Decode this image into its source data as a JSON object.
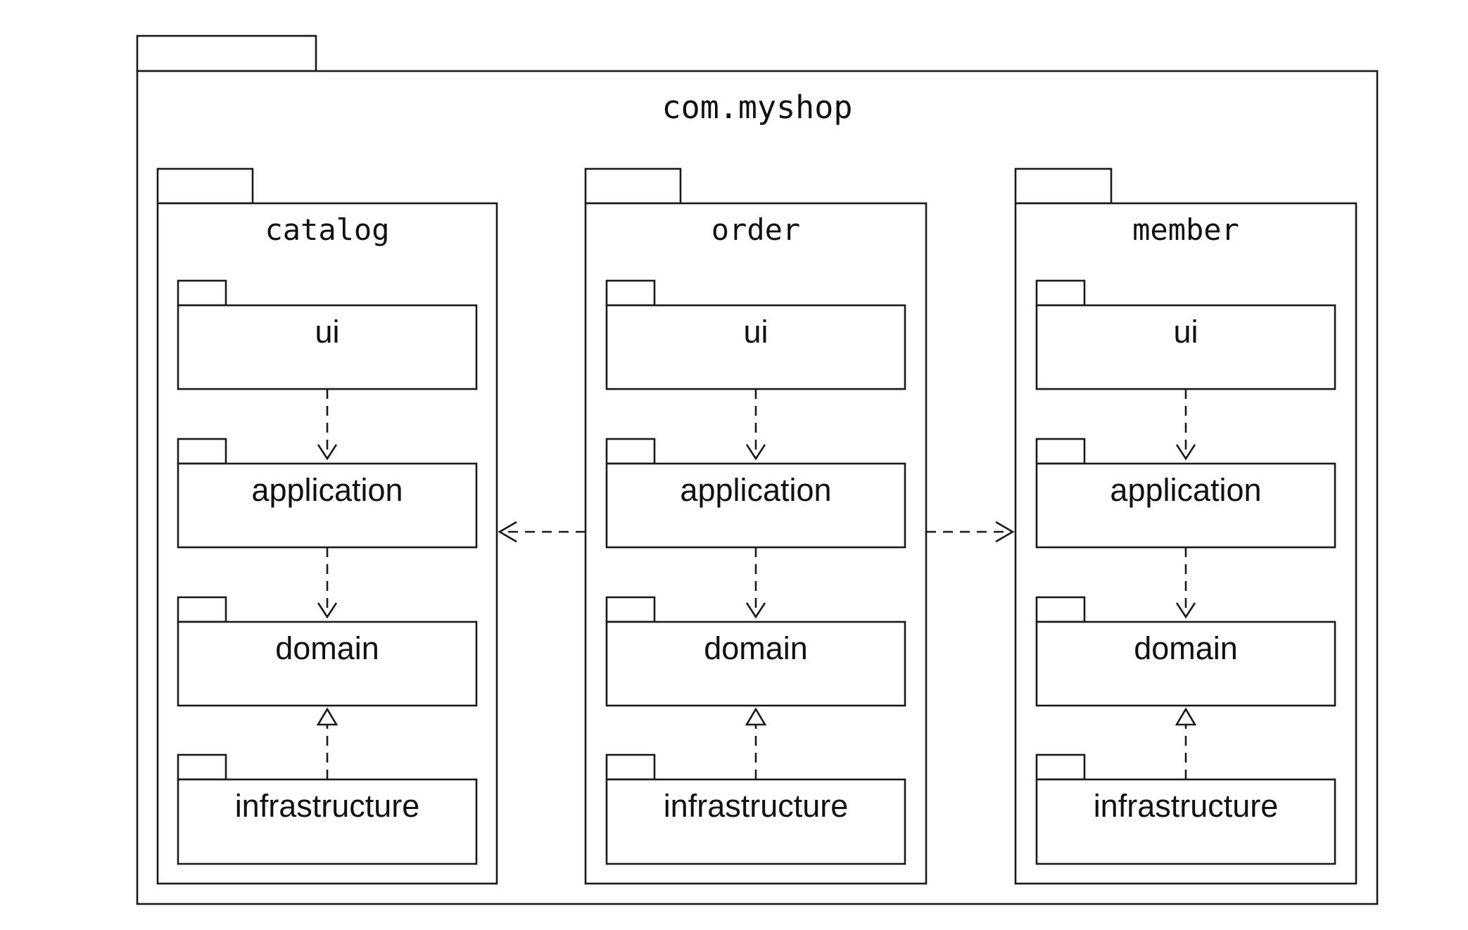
{
  "diagram": {
    "root_package": {
      "name": "com.myshop"
    },
    "modules": [
      {
        "id": "catalog",
        "name": "catalog",
        "layers": [
          "ui",
          "application",
          "domain",
          "infrastructure"
        ]
      },
      {
        "id": "order",
        "name": "order",
        "layers": [
          "ui",
          "application",
          "domain",
          "infrastructure"
        ]
      },
      {
        "id": "member",
        "name": "member",
        "layers": [
          "ui",
          "application",
          "domain",
          "infrastructure"
        ]
      }
    ],
    "layer_dependencies": [
      {
        "from": "ui",
        "to": "application",
        "kind": "dependency"
      },
      {
        "from": "application",
        "to": "domain",
        "kind": "dependency"
      },
      {
        "from": "infrastructure",
        "to": "domain",
        "kind": "realization"
      }
    ],
    "module_dependencies": [
      {
        "from": "order",
        "to": "catalog",
        "kind": "dependency"
      },
      {
        "from": "order",
        "to": "member",
        "kind": "dependency"
      }
    ]
  }
}
